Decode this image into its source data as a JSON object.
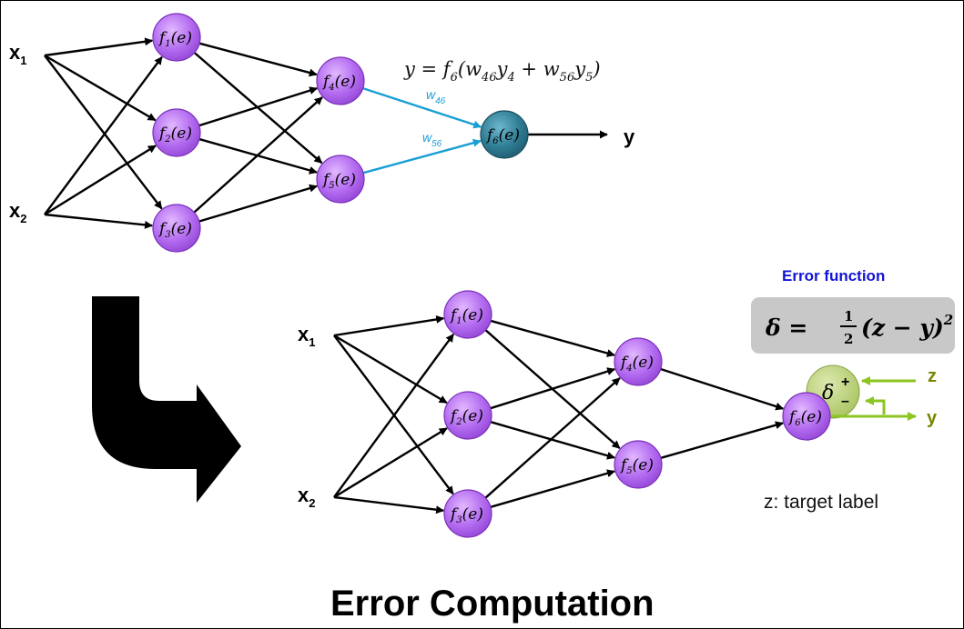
{
  "top_network": {
    "inputs": [
      {
        "name": "x",
        "sub": "1"
      },
      {
        "name": "x",
        "sub": "2"
      }
    ],
    "nodes": [
      {
        "fn": "f",
        "sub": "1",
        "arg": "(e)"
      },
      {
        "fn": "f",
        "sub": "2",
        "arg": "(e)"
      },
      {
        "fn": "f",
        "sub": "3",
        "arg": "(e)"
      },
      {
        "fn": "f",
        "sub": "4",
        "arg": "(e)"
      },
      {
        "fn": "f",
        "sub": "5",
        "arg": "(e)"
      },
      {
        "fn": "f",
        "sub": "6",
        "arg": "(e)"
      }
    ],
    "weights": [
      {
        "name": "w",
        "sub": "46"
      },
      {
        "name": "w",
        "sub": "56"
      }
    ],
    "formula": {
      "lhs": "y = f",
      "lhs_sub": "6",
      "open": "(w",
      "w46_sub": "46",
      "y4": "y",
      "y4_sub": "4",
      "plus": " + w",
      "w56_sub": "56",
      "y5": "y",
      "y5_sub": "5",
      "close": ")"
    },
    "output_label": "y"
  },
  "bottom_network": {
    "inputs": [
      {
        "name": "x",
        "sub": "1"
      },
      {
        "name": "x",
        "sub": "2"
      }
    ],
    "nodes": [
      {
        "fn": "f",
        "sub": "1",
        "arg": "(e)"
      },
      {
        "fn": "f",
        "sub": "2",
        "arg": "(e)"
      },
      {
        "fn": "f",
        "sub": "3",
        "arg": "(e)"
      },
      {
        "fn": "f",
        "sub": "4",
        "arg": "(e)"
      },
      {
        "fn": "f",
        "sub": "5",
        "arg": "(e)"
      },
      {
        "fn": "f",
        "sub": "6",
        "arg": "(e)"
      }
    ],
    "error_node": {
      "symbol": "δ",
      "plus": "+",
      "minus": "–"
    },
    "z_label": "z",
    "y_label": "y"
  },
  "error_function": {
    "title": "Error function",
    "lhs": "δ =",
    "num": "1",
    "den": "2",
    "rhs": "(z − y)",
    "power": "2"
  },
  "target_note": "z: target label",
  "caption": "Error Computation",
  "colors": {
    "node_fill": "#b36bf0",
    "node_stroke": "#7a2fb8",
    "output_node_fill": "#2f7d95",
    "weighted_edge": "#1a9fd4",
    "error_node_fill": "#bcd27a",
    "green_arrow": "#8cc420",
    "box_fill": "#c8c8c8"
  }
}
